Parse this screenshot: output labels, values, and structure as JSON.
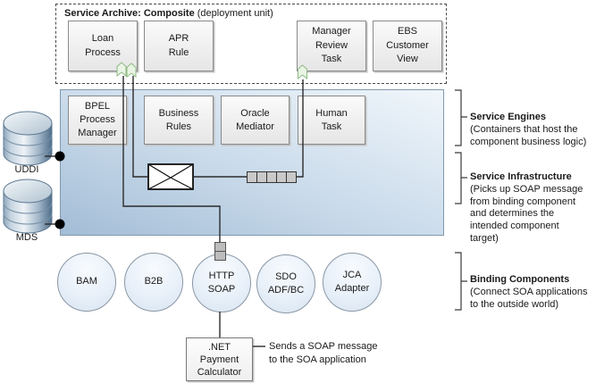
{
  "archive": {
    "title": "Service Archive: Composite",
    "title_suffix": " (deployment unit)",
    "components": [
      {
        "label": "Loan\nProcess"
      },
      {
        "label": "APR\nRule"
      },
      {
        "label": "Manager\nReview\nTask"
      },
      {
        "label": "EBS\nCustomer\nView"
      }
    ]
  },
  "service_engines": [
    {
      "label": "BPEL\nProcess\nManager"
    },
    {
      "label": "Business\nRules"
    },
    {
      "label": "Oracle\nMediator"
    },
    {
      "label": "Human\nTask"
    }
  ],
  "repositories": [
    {
      "label": "UDDI"
    },
    {
      "label": "MDS"
    }
  ],
  "binding_components": [
    {
      "label": "BAM"
    },
    {
      "label": "B2B"
    },
    {
      "label": "HTTP\nSOAP"
    },
    {
      "label": "SDO\nADF/BC"
    },
    {
      "label": "JCA\nAdapter"
    }
  ],
  "client": {
    "label": ".NET\nPayment\nCalculator",
    "annotation": "Sends a SOAP message\nto the SOA application"
  },
  "legend": [
    {
      "title": "Service Engines",
      "desc": "(Containers that host the\ncomponent business logic)"
    },
    {
      "title": "Service Infrastructure",
      "desc": "(Picks up SOAP message\nfrom binding component\nand determines the\nintended component\ntarget)"
    },
    {
      "title": "Binding Components",
      "desc": "(Connect SOA applications\nto the outside world)"
    }
  ],
  "icons": {
    "envelope": "message-envelope-icon",
    "queue": "message-queue-icon",
    "endpoint": "endpoint-connector-icon",
    "flag": "service-binding-flag-icon",
    "database": "database-cylinder-icon"
  },
  "colors": {
    "infrastructure_fill_dark": "#a3bdd6",
    "infrastructure_fill_light": "#f0f6fb",
    "component_box_fill": "#efefef",
    "circle_fill": "#e3edf8",
    "flag_green": "#e9f4e4",
    "line": "#2b2b2b"
  }
}
